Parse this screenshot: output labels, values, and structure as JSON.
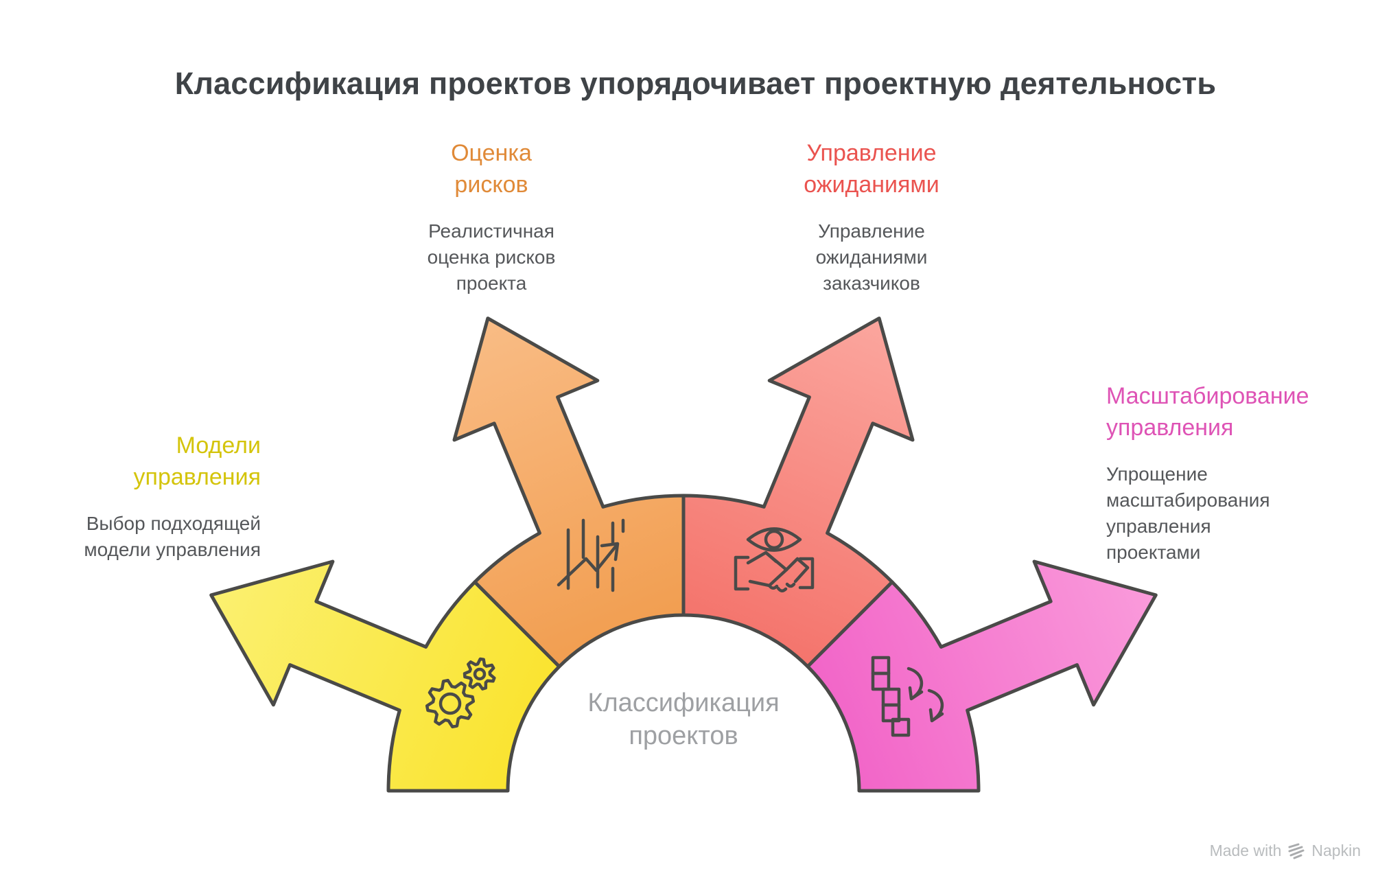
{
  "title": "Классификация проектов упорядочивает проектную деятельность",
  "center_label": {
    "lines": [
      "Классификация",
      "проектов"
    ]
  },
  "sections": [
    {
      "name": "models",
      "title": "Модели управления",
      "title_lines": [
        "Модели",
        "управления"
      ],
      "desc_lines": [
        "Выбор подходящей",
        "модели управления"
      ],
      "title_color": "#D4C40B",
      "fill_light": "#FBF070",
      "fill_dark": "#F9DE12",
      "icon": "gears-icon"
    },
    {
      "name": "risks",
      "title": "Оценка рисков",
      "title_lines": [
        "Оценка",
        "рисков"
      ],
      "desc_lines": [
        "Реалистичная",
        "оценка рисков",
        "проекта"
      ],
      "title_color": "#E08A38",
      "fill_light": "#F9BC85",
      "fill_dark": "#EE9038",
      "icon": "chart-growth-icon"
    },
    {
      "name": "expectations",
      "title": "Управление ожиданиями",
      "title_lines": [
        "Управление",
        "ожиданиями"
      ],
      "desc_lines": [
        "Управление",
        "ожиданиями",
        "заказчиков"
      ],
      "title_color": "#EA534F",
      "fill_light": "#FBA69E",
      "fill_dark": "#F15D55",
      "icon": "eye-handshake-icon"
    },
    {
      "name": "scaling",
      "title": "Масштабирование управления",
      "title_lines": [
        "Масштабирование",
        "управления"
      ],
      "desc_lines": [
        "Упрощение",
        "масштабирования",
        "управления",
        "проектами"
      ],
      "title_color": "#DE53B5",
      "fill_light": "#FA9BDB",
      "fill_dark": "#EE4CBF",
      "icon": "blocks-sync-icon"
    }
  ],
  "footer": {
    "made_with": "Made with",
    "brand": "Napkin"
  },
  "colors": {
    "outline": "#4A4A48",
    "icon_stroke": "#4A4A48",
    "main_title": "#3F4347",
    "description": "#55575A",
    "center": "#9EA0A3",
    "footer": "#B9BCBE",
    "logo": "#A9ABAD"
  }
}
